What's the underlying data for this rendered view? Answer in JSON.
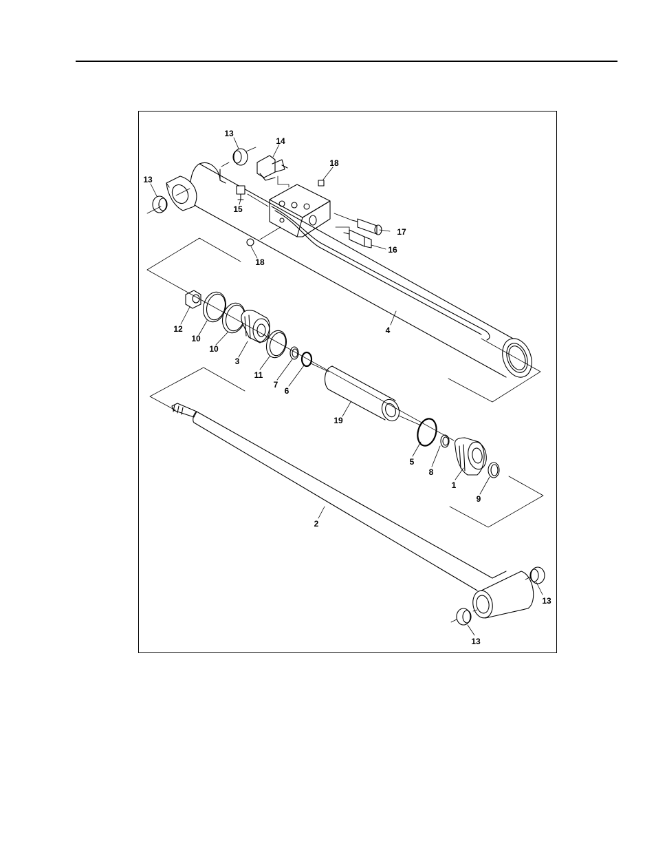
{
  "figure": {
    "callouts": {
      "c1": "1",
      "c2": "2",
      "c3": "3",
      "c4": "4",
      "c5": "5",
      "c6": "6",
      "c7": "7",
      "c8": "8",
      "c9": "9",
      "c10a": "10",
      "c10b": "10",
      "c11": "11",
      "c12": "12",
      "c13a": "13",
      "c13b": "13",
      "c13c": "13",
      "c13d": "13",
      "c14": "14",
      "c15": "15",
      "c16": "16",
      "c17": "17",
      "c18a": "18",
      "c18b": "18",
      "c19": "19"
    }
  }
}
